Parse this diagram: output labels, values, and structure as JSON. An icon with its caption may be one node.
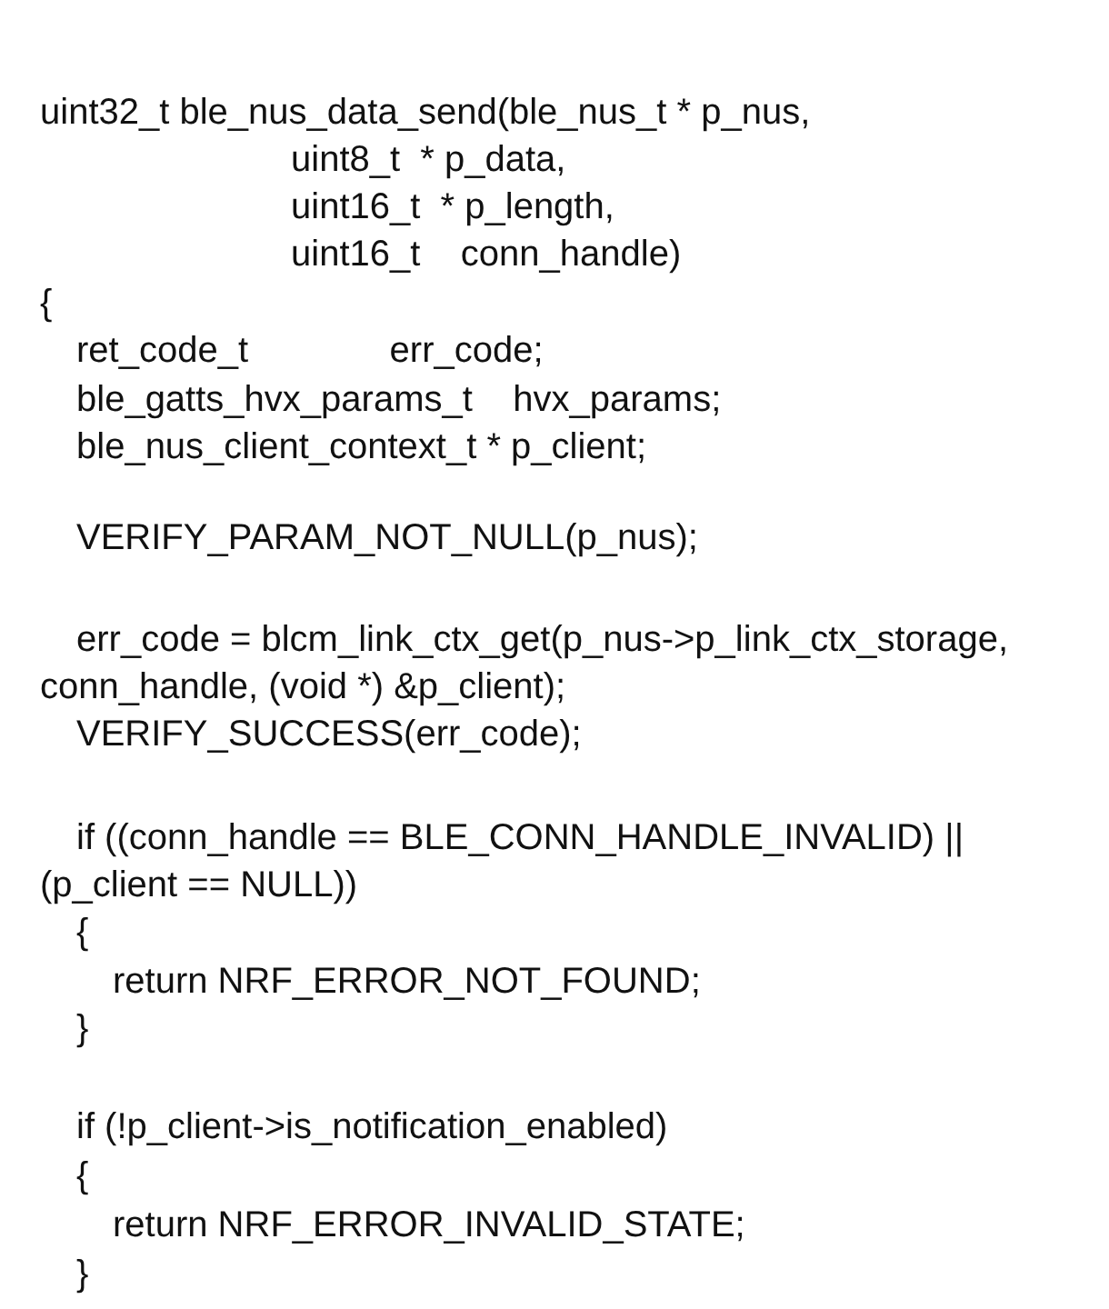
{
  "diagram": {
    "labels": [
      "uint32_t ble_nus_data_send(ble_nus_t * p_nus,",
      "uint8_t  * p_data,",
      "uint16_t  * p_length,",
      "uint16_t    conn_handle)",
      "{",
      "ret_code_t              err_code;",
      "ble_gatts_hvx_params_t    hvx_params;",
      "ble_nus_client_context_t * p_client;",
      "VERIFY_PARAM_NOT_NULL(p_nus);",
      "err_code = blcm_link_ctx_get(p_nus->p_link_ctx_storage, conn_handle, (void *) &p_client);",
      "VERIFY_SUCCESS(err_code);",
      "if ((conn_handle == BLE_CONN_HANDLE_INVALID) || (p_client == NULL))",
      "{",
      "return NRF_ERROR_NOT_FOUND;",
      "}",
      "if (!p_client->is_notification_enabled)",
      "{",
      "return NRF_ERROR_INVALID_STATE;",
      "}"
    ]
  }
}
